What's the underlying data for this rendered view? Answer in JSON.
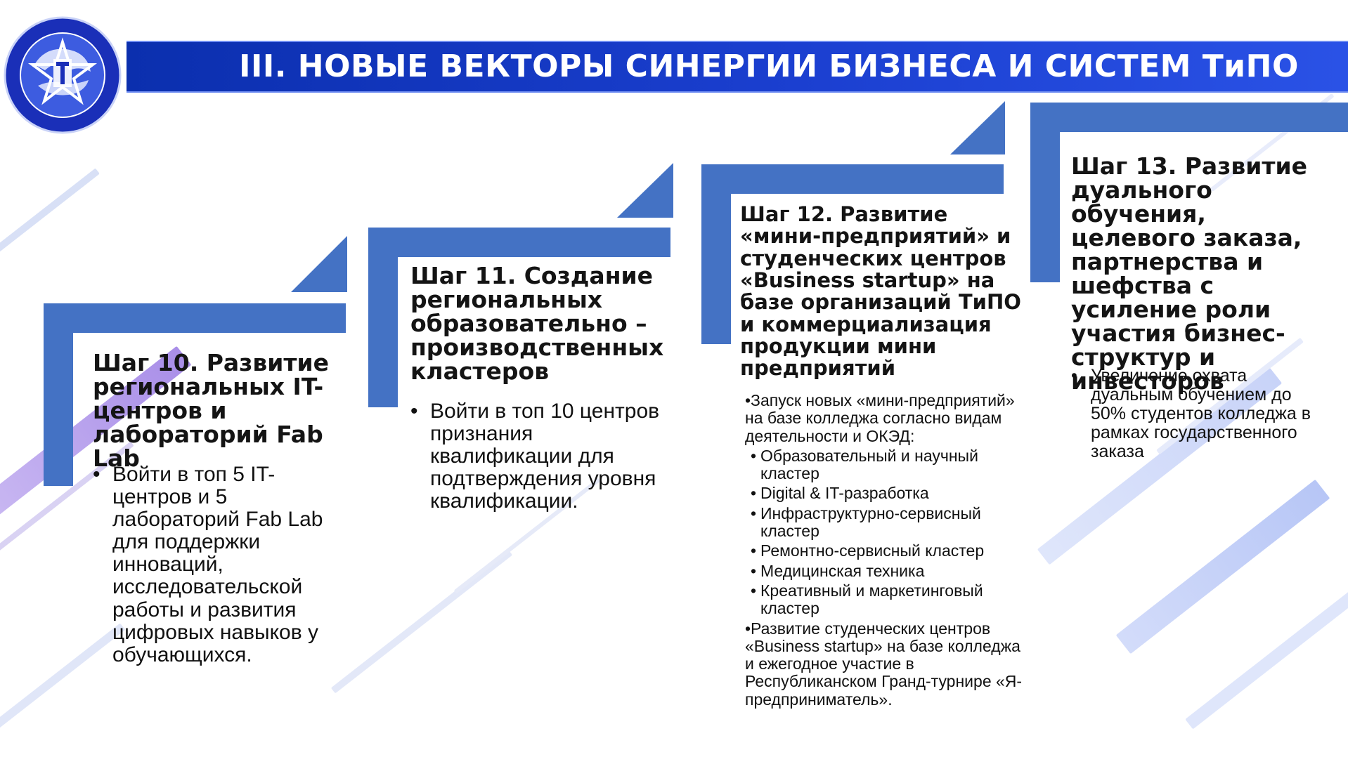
{
  "header": {
    "title": "III. НОВЫЕ ВЕКТОРЫ СИНЕРГИИ БИЗНЕСА И СИСТЕМ ТиПО"
  },
  "colors": {
    "header_blue": "#1b3fd0",
    "bracket_blue": "#4472c4",
    "text": "#141414"
  },
  "steps": [
    {
      "title": "Шаг 10. Развитие региональных IT-центров и лабораторий Fab Lab",
      "bullets": [
        "Войти в топ 5 IT-центров и 5 лабораторий Fab Lab для поддержки инноваций, исследовательской работы и развития цифровых навыков у обучающихся."
      ]
    },
    {
      "title": "Шаг 11. Создание региональных образовательно – производственных кластеров",
      "bullets": [
        "Войти в топ 10 центров признания квалификации для подтверждения уровня квалификации."
      ]
    },
    {
      "title": "Шаг 12.  Развитие «мини-предприятий» и студенческих центров «Business startup» на базе организаций ТиПО и коммерциализация продукции мини предприятий",
      "intro": "•Запуск новых «мини-предприятий» на базе колледжа согласно видам деятельности и ОКЭД:",
      "clusters": [
        "Образовательный и научный кластер",
        "Digital & IT-разработка",
        " Инфраструктурно-сервисный кластер",
        " Ремонтно-сервисный кластер",
        " Медицинская техника",
        " Креативный и маркетинговый кластер"
      ],
      "outro": "•Развитие студенческих центров «Business startup» на базе колледжа и ежегодное участие в Республиканском Гранд-турнире «Я-предприниматель»."
    },
    {
      "title": "Шаг 13. Развитие дуального обучения, целевого заказа, партнерства и шефства с усиление роли участия бизнес-структур и инвесторов",
      "bullets": [
        "Увеличение охвата дуальным обучением до 50% студентов колледжа в рамках государственного заказа"
      ]
    }
  ]
}
